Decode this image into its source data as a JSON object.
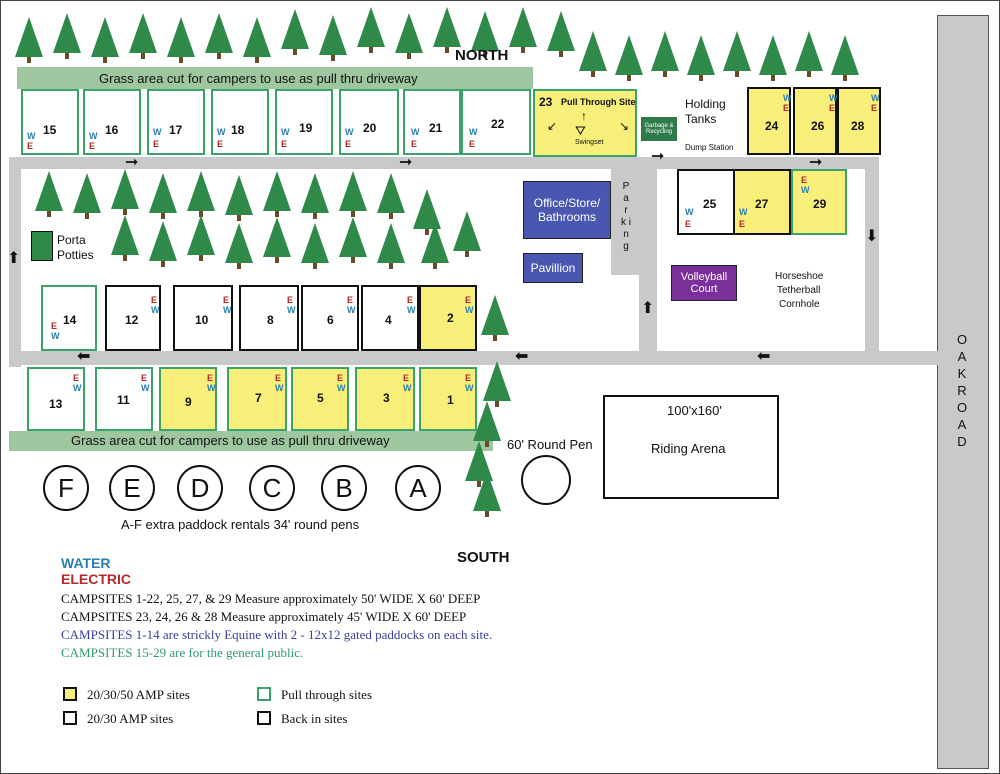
{
  "labels": {
    "north": "NORTH",
    "south": "SOUTH",
    "grass_top": "Grass area cut for campers to use as pull thru driveway",
    "grass_bottom": "Grass area cut for campers to use as pull thru driveway",
    "pull_through_site": "Pull Through Site",
    "swingset": "Swingset",
    "garbage": "Garbage & Recycling",
    "holding_tanks": "Holding Tanks",
    "dump_station": "Dump Station",
    "office": "Office/Store/ Bathrooms",
    "parking": "P a r k i n g",
    "pavillion": "Pavillion",
    "porta": "Porta Potties",
    "volleyball": "Volleyball Court",
    "games": [
      "Horseshoe",
      "Tetherball",
      "Cornhole"
    ],
    "round_pen": "60' Round Pen",
    "arena_size": "100'x160'",
    "arena_name": "Riding Arena",
    "oak_road": "O A K   R O A D",
    "paddocks_note": "A-F extra paddock rentals 34' round pens"
  },
  "paddocks": [
    "F",
    "E",
    "D",
    "C",
    "B",
    "A"
  ],
  "sites": {
    "s15": "15",
    "s16": "16",
    "s17": "17",
    "s18": "18",
    "s19": "19",
    "s20": "20",
    "s21": "21",
    "s22": "22",
    "s23": "23",
    "s24": "24",
    "s26": "26",
    "s28": "28",
    "s25": "25",
    "s27": "27",
    "s29": "29",
    "s14": "14",
    "s12": "12",
    "s10": "10",
    "s8": "8",
    "s6": "6",
    "s4": "4",
    "s2": "2",
    "s13": "13",
    "s11": "11",
    "s9": "9",
    "s7": "7",
    "s5": "5",
    "s3": "3",
    "s1": "1"
  },
  "we": {
    "w": "W",
    "e": "E"
  },
  "legend": {
    "water": "WATER",
    "electric": "ELECTRIC",
    "line1": "CAMPSITES 1-22, 25, 27, & 29 Measure  approximately 50' WIDE X 60' DEEP",
    "line2": "CAMPSITES 23, 24, 26 & 28 Measure approximately 45'  WIDE X 60' DEEP",
    "line3": "CAMPSITES 1-14 are strickly Equine with 2 - 12x12 gated paddocks on each site.",
    "line4": "CAMPSITES 15-29 are for the general public.",
    "amp50": "20/30/50 AMP sites",
    "amp30": "20/30 AMP sites",
    "pull": "Pull through sites",
    "back": "Back in sites"
  },
  "colors": {
    "water": "#2a7fb0",
    "electric": "#b22a2a",
    "amp50": "#f7ef7a",
    "pull": "#3aa36a",
    "tree": "#2f8a4a",
    "office": "#4a57b0",
    "volleyball": "#7b2f9a"
  }
}
